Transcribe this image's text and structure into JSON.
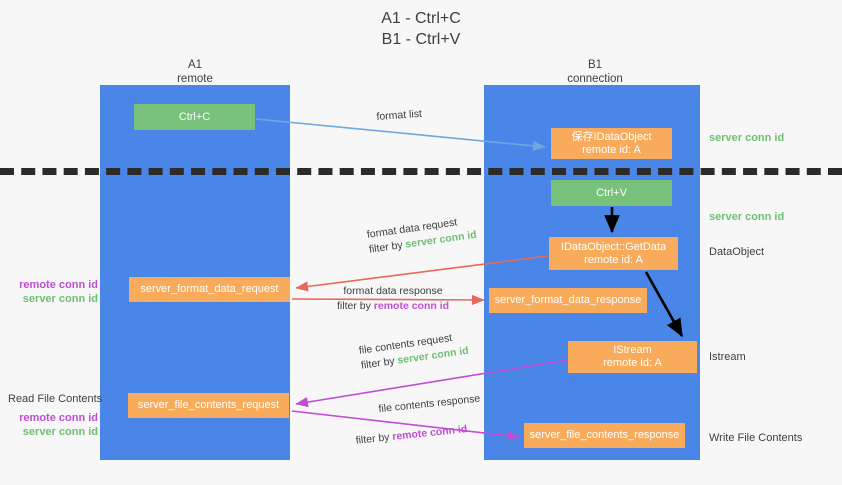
{
  "title": "A1 - Ctrl+C\nB1 - Ctrl+V",
  "columns": {
    "left": {
      "name": "A1",
      "role": "remote",
      "header": "A1\nremote"
    },
    "right": {
      "name": "B1",
      "role": "connection",
      "header": "B1\nconnection"
    }
  },
  "boxes": {
    "ctrl_c": "Ctrl+C",
    "save_idataobject": "保存IDataObject\nremote id: A",
    "ctrl_v": "Ctrl+V",
    "getdata": "IDataObject::GetData\nremote id: A",
    "server_format_data_request": "server_format_data_request",
    "server_format_data_response": "server_format_data_response",
    "istream": "IStream\nremote id: A",
    "server_file_contents_request": "server_file_contents_request",
    "server_file_contents_response": "server_file_contents_response"
  },
  "side_labels": {
    "server_conn_id_top": "server conn id",
    "server_conn_id_mid": "server conn id",
    "dataobject": "DataObject",
    "istream": "Istream",
    "write_file_contents": "Write File Contents",
    "read_file_contents": "Read File Contents",
    "remote_conn_id": "remote conn id",
    "server_conn_id": "server conn id"
  },
  "edges": {
    "format_list": {
      "line1": "format list"
    },
    "format_data_request": {
      "line1": "format data request",
      "line2_prefix": "filter by ",
      "line2_value": "server conn id"
    },
    "format_data_response": {
      "line1": "format data response",
      "line2_prefix": "filter by ",
      "line2_value": "remote conn id"
    },
    "file_contents_request": {
      "line1": "file contents request",
      "line2_prefix": "filter by ",
      "line2_value": "server conn id"
    },
    "file_contents_response": {
      "line1": "file contents response",
      "line2_prefix": "filter by ",
      "line2_value": "remote conn id"
    }
  },
  "colors": {
    "lane": "#4a86e8",
    "box_orange": "#f8ab5a",
    "box_green": "#77c17a",
    "server_conn_id": "#6fbf73",
    "remote_conn_id": "#c04ed4",
    "arrow_blue": "#6fa8dc",
    "arrow_red": "#e8685a",
    "arrow_magenta": "#c04ed4",
    "arrow_black": "#000000",
    "separator": "#2b2b2b",
    "background": "#f7f7f7"
  }
}
